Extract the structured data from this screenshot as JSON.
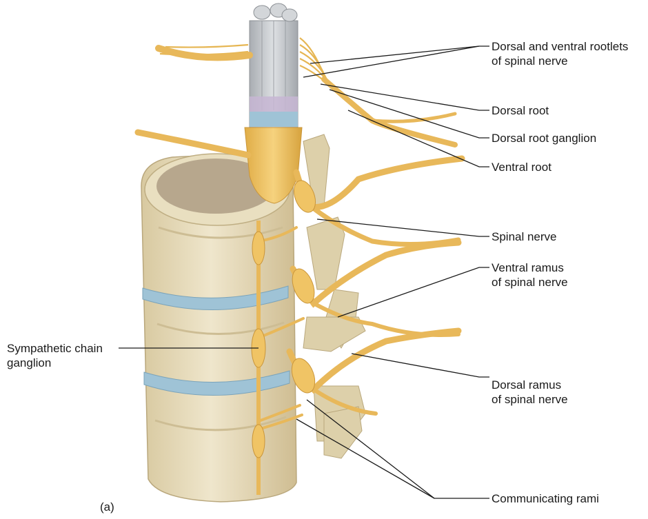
{
  "figure": {
    "panel_label": "(a)",
    "labels": {
      "rootlets_line1": "Dorsal and ventral rootlets",
      "rootlets_line2": "of spinal nerve",
      "dorsal_root": "Dorsal root",
      "dorsal_root_ganglion": "Dorsal root ganglion",
      "ventral_root": "Ventral root",
      "spinal_nerve": "Spinal nerve",
      "ventral_ramus_line1": "Ventral ramus",
      "ventral_ramus_line2": "of spinal nerve",
      "sympathetic_line1": "Sympathetic chain",
      "sympathetic_line2": "ganglion",
      "dorsal_ramus_line1": "Dorsal ramus",
      "dorsal_ramus_line2": "of spinal nerve",
      "communicating_rami": "Communicating rami"
    },
    "colors": {
      "nerve": "#f0c465",
      "nerve_dark": "#d9a63f",
      "bone": "#e8dcb8",
      "bone_shadow": "#cdbd94",
      "disc": "#9fc3d6",
      "marrow": "#b4a48a",
      "cord": "#c9ccd0"
    }
  }
}
